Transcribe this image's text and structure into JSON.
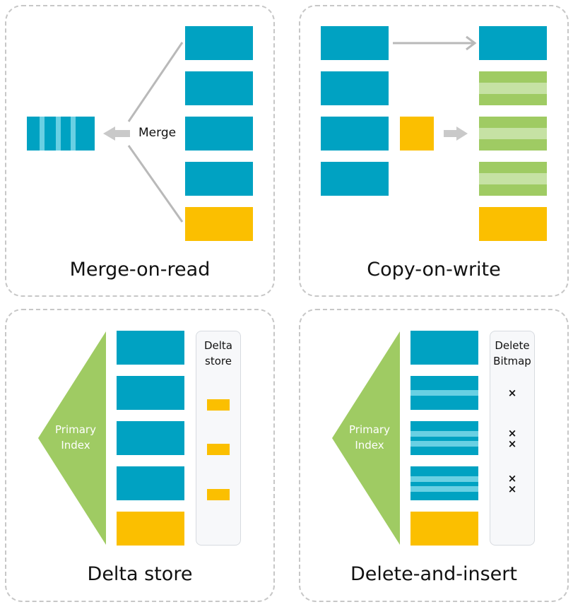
{
  "panels": {
    "merge_on_read": {
      "title": "Merge-on-read",
      "merge_label": "Merge"
    },
    "copy_on_write": {
      "title": "Copy-on-write"
    },
    "delta_store": {
      "title": "Delta store",
      "index_label_1": "Primary",
      "index_label_2": "Index",
      "store_label_1": "Delta",
      "store_label_2": "store"
    },
    "delete_and_insert": {
      "title": "Delete-and-insert",
      "index_label_1": "Primary",
      "index_label_2": "Index",
      "bitmap_label_1": "Delete",
      "bitmap_label_2": "Bitmap",
      "delete_mark": "×"
    }
  },
  "colors": {
    "blue": "#00a2c2",
    "light_blue": "#69d0e3",
    "yellow": "#fbbf00",
    "green": "#9fcb63",
    "light_green": "#c6e2a4",
    "arrow_gray": "#c9c9c9",
    "line_gray": "#b9b9b9"
  }
}
